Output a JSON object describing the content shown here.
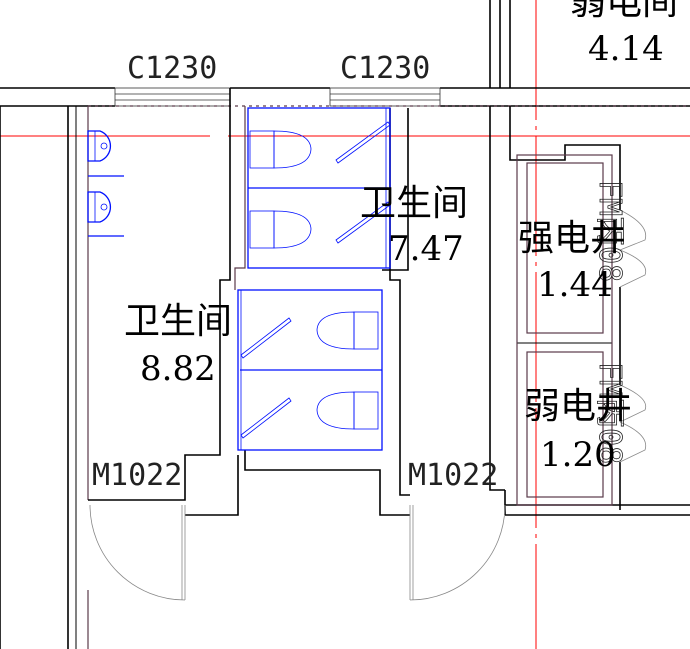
{
  "drawing": {
    "windows": [
      {
        "label": "C1230"
      },
      {
        "label": "C1230"
      }
    ],
    "doors": [
      {
        "label": "M1022"
      },
      {
        "label": "M1022"
      }
    ],
    "rooms": [
      {
        "name": "弱电间",
        "area": "4.14"
      },
      {
        "name": "卫生间",
        "area": "7.47"
      },
      {
        "name": "卫生间",
        "area": "8.82"
      },
      {
        "name": "强电井",
        "area": "1.44"
      },
      {
        "name": "弱电井",
        "area": "1.20"
      }
    ],
    "fire_doors": [
      {
        "label": "FM丙08"
      },
      {
        "label": "FM丙08"
      }
    ],
    "colors": {
      "wall": "#000000",
      "fixture": "#0010ff",
      "axis": "#ff0000"
    }
  }
}
